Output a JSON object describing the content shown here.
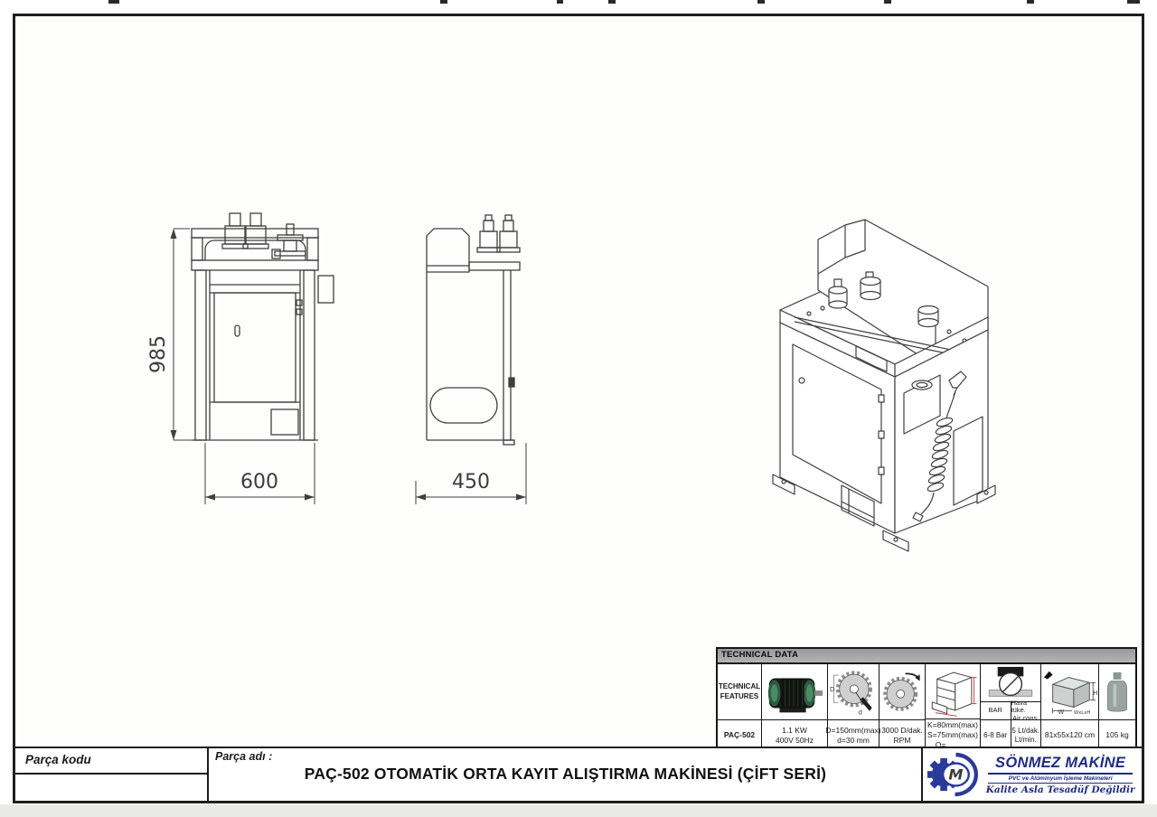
{
  "views": {
    "front": {
      "height_dim": "985",
      "width_dim": "600"
    },
    "side": {
      "width_dim": "450"
    }
  },
  "technical_table": {
    "title": "TECHNICAL DATA",
    "features_label": "TECHNICAL FEATURES",
    "model": "PAÇ-502",
    "motor": {
      "icon": "electric-motor-icon",
      "line1": "1.1 KW",
      "line2": "400V 50Hz"
    },
    "blade": {
      "icon": "saw-blade-diameter-icon",
      "big_label": "D",
      "small_label": "d",
      "line1": "D=150mm(max)",
      "line2": "d=30 mm"
    },
    "speed": {
      "icon": "saw-blade-rotation-icon",
      "line1": "3000 D/dak.",
      "line2": "RPM"
    },
    "profile": {
      "icon": "profile-dimensions-icon",
      "line1": "K=80mm(max)",
      "line2": "S=75mm(max)",
      "line3": "Q="
    },
    "air_pressure": {
      "icon": "pressure-gauge-icon",
      "sub_label": "BAR",
      "value": "6-8 Bar"
    },
    "air_consumption": {
      "sub_label_line1": "Hava tüke.",
      "sub_label_line2": "Air cons.",
      "value_line1": "5 Lt/dak.",
      "value_line2": "Lt/min."
    },
    "packing": {
      "icon": "package-box-icon",
      "w_label": "W",
      "h_label": "H",
      "whl_label": "WxLxH",
      "value": "81x55x120 cm"
    },
    "weight": {
      "icon": "weight-icon",
      "value": "105 kg"
    }
  },
  "title_block": {
    "part_code_label": "Parça kodu",
    "part_name_label": "Parça adı :",
    "machine_title": "PAÇ-502 OTOMATİK ORTA KAYIT ALIŞTIRMA MAKİNESİ (ÇİFT SERİ)"
  },
  "logo": {
    "monogram": "M",
    "company": "SÖNMEZ MAKİNE",
    "subtitle": "PVC ve Alüminyum İşleme Makineleri",
    "slogan": "Kalite Asla Tesadüf Değildir",
    "primary_color": "#1d2b82"
  }
}
